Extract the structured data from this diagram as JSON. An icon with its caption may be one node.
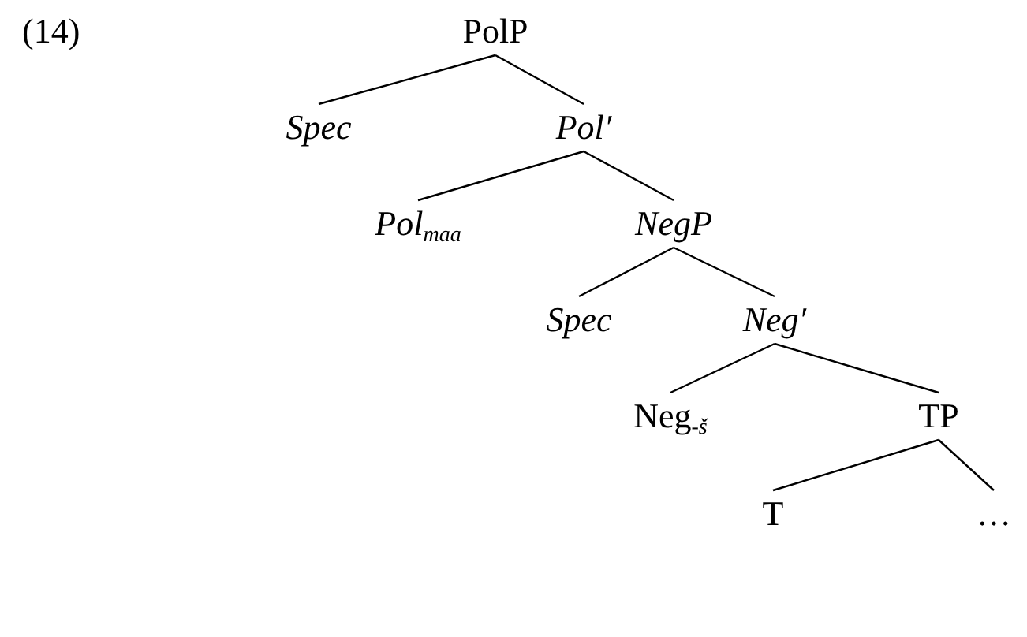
{
  "diagram": {
    "nodes": [
      {
        "text": [
          "PolP"
        ]
      },
      {
        "text": [
          "Spec"
        ]
      },
      {
        "text": [
          "Pol′"
        ]
      },
      {
        "text": [
          "Pol$_{maa}$"
        ]
      },
      {
        "text": [
          "NegP"
        ]
      },
      {
        "text": [
          "Spec"
        ]
      },
      {
        "text": [
          "Neg′"
        ]
      },
      {
        "text": [
          "Neg$_{-š}$"
        ]
      },
      {
        "text": [
          "TP"
        ]
      },
      {
        "text": [
          "T"
        ]
      },
      {
        "text": [
          "…"
        ]
      }
    ],
    "edges": [
      {
        "from": 0,
        "to": 1,
        "arrow": "none"
      },
      {
        "from": 0,
        "to": 2,
        "arrow": "none"
      },
      {
        "from": 2,
        "to": 3,
        "arrow": "none"
      },
      {
        "from": 2,
        "to": 4,
        "arrow": "none"
      },
      {
        "from": 4,
        "to": 5,
        "arrow": "none"
      },
      {
        "from": 4,
        "to": 6,
        "arrow": "none"
      },
      {
        "from": 6,
        "to": 7,
        "arrow": "none"
      },
      {
        "from": 6,
        "to": 8,
        "arrow": "none"
      },
      {
        "from": 8,
        "to": 9,
        "arrow": "none"
      },
      {
        "from": 8,
        "to": 10,
        "arrow": "none"
      }
    ],
    "labels": [
      "(14)"
    ]
  }
}
